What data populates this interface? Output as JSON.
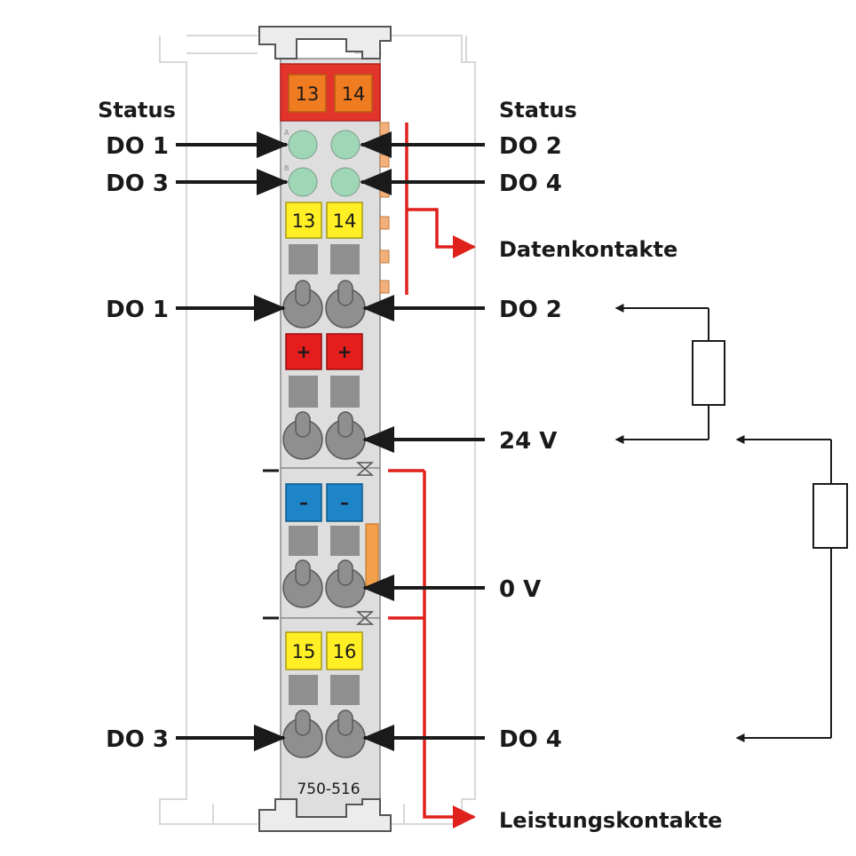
{
  "colors": {
    "arrow": "#1a1a1a",
    "red_line": "#e0201b",
    "led": "#9fd6b6",
    "marker_yellow": "#ffef24",
    "marker_orange": "#f07c22",
    "marker_red": "#e51d1d",
    "marker_blue": "#1f85c9",
    "body_grey": "#dedede",
    "clamp_grey": "#8f8f8f"
  },
  "module": {
    "model": "750-516",
    "top_markers": [
      "13",
      "14"
    ],
    "marker_row_1": [
      "13",
      "14"
    ],
    "plus_markers": [
      "+",
      "+"
    ],
    "minus_markers": [
      "–",
      "–"
    ],
    "marker_row_2": [
      "15",
      "16"
    ],
    "led_letters": [
      "A",
      "B"
    ]
  },
  "labels": {
    "status_left": "Status",
    "status_right": "Status",
    "led_do1": "DO 1",
    "led_do2": "DO 2",
    "led_do3": "DO 3",
    "led_do4": "DO 4",
    "datenkontakte": "Datenkontakte",
    "clamp_do1": "DO 1",
    "clamp_do2": "DO 2",
    "supply_24v": "24 V",
    "supply_0v": "0 V",
    "clamp_do3": "DO 3",
    "clamp_do4": "DO 4",
    "leistungskontakte": "Leistungskontakte"
  }
}
